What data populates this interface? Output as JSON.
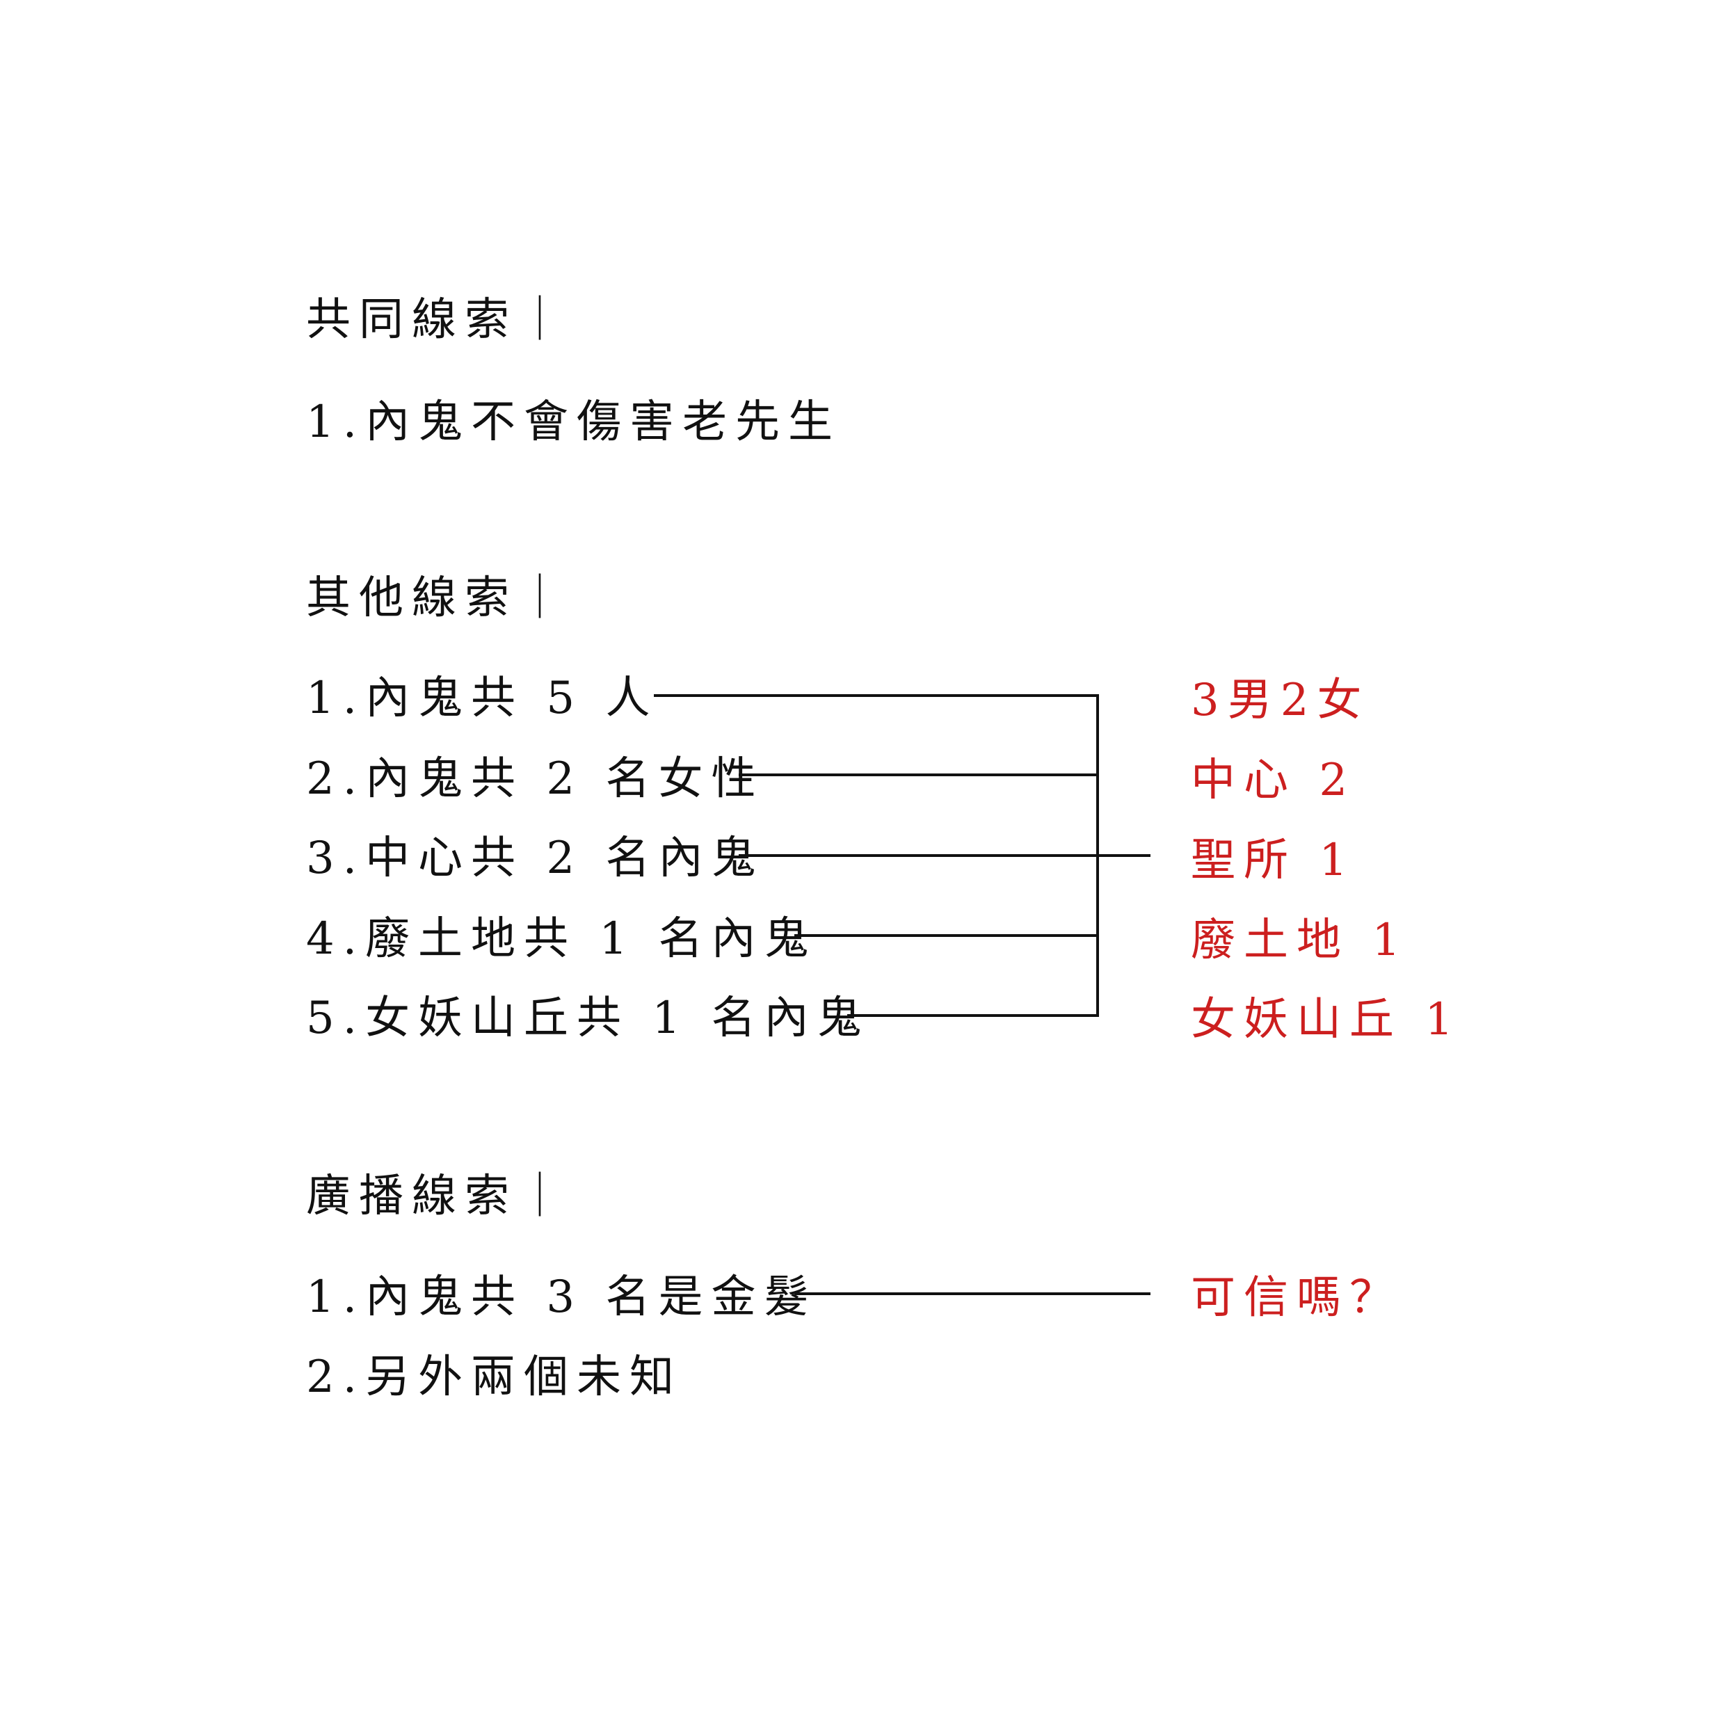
{
  "common_clues": {
    "heading": "共同線索｜",
    "items": [
      "1.內鬼不會傷害老先生"
    ]
  },
  "other_clues": {
    "heading": "其他線索｜",
    "items": [
      "1.內鬼共 5 人",
      "2.內鬼共 2 名女性",
      "3.中心共 2 名內鬼",
      "4.廢土地共 1 名內鬼",
      "5.女妖山丘共 1 名內鬼"
    ],
    "conclusions": [
      "3男2女",
      "中心 2",
      "聖所 1",
      "廢土地 1",
      "女妖山丘 1"
    ]
  },
  "broadcast_clues": {
    "heading": "廣播線索｜",
    "items": [
      "1.內鬼共 3 名是金髮",
      "2.另外兩個未知"
    ],
    "conclusion": "可信嗎？"
  },
  "colors": {
    "text": "#111111",
    "accent": "#cc1f1f"
  }
}
